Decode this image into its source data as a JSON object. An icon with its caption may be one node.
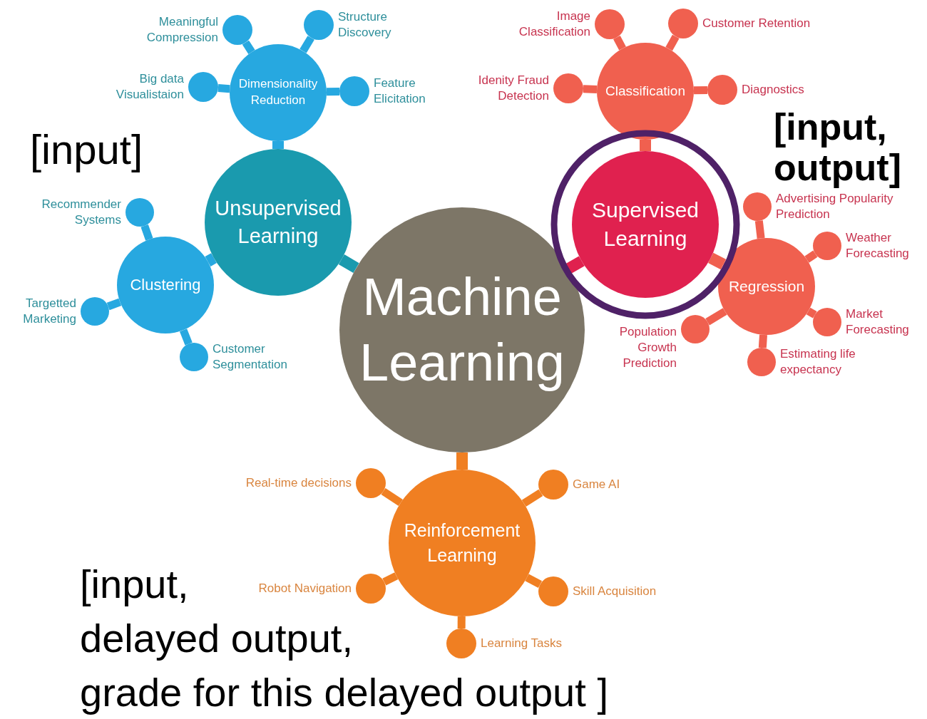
{
  "diagram": {
    "nodes": [
      {
        "text": [
          "Machine Learning"
        ]
      },
      {
        "text": [
          "Unsupervised Learning"
        ]
      },
      {
        "text": [
          "Dimensionality Reduction"
        ]
      },
      {
        "text": [],
        "shape": "circle",
        "beside": [
          "Meaningful Compression"
        ]
      },
      {
        "text": [],
        "shape": "circle",
        "beside": [
          "Structure Discovery"
        ]
      },
      {
        "text": [],
        "shape": "circle",
        "beside": [
          "Big data Visualistaion"
        ]
      },
      {
        "text": [],
        "shape": "circle",
        "beside": [
          "Feature Elicitation"
        ]
      },
      {
        "text": [
          "Clustering"
        ]
      },
      {
        "text": [],
        "shape": "circle",
        "beside": [
          "Recommender Systems"
        ]
      },
      {
        "text": [],
        "shape": "circle",
        "beside": [
          "Targetted Marketing"
        ]
      },
      {
        "text": [],
        "shape": "circle",
        "beside": [
          "Customer Segmentation"
        ]
      },
      {
        "text": [
          "Supervised Learning"
        ]
      },
      {
        "text": [
          "Classification"
        ]
      },
      {
        "text": [],
        "shape": "circle",
        "beside": [
          "Image Classification"
        ]
      },
      {
        "text": [],
        "shape": "circle",
        "beside": [
          "Customer Retention"
        ]
      },
      {
        "text": [],
        "shape": "circle",
        "beside": [
          "Idenity Fraud Detection"
        ]
      },
      {
        "text": [],
        "shape": "circle",
        "beside": [
          "Diagnostics"
        ]
      },
      {
        "text": [
          "Regression"
        ]
      },
      {
        "text": [],
        "shape": "circle",
        "beside": [
          "Advertising Popularity Prediction"
        ]
      },
      {
        "text": [],
        "shape": "circle",
        "beside": [
          "Weather Forecasting"
        ]
      },
      {
        "text": [],
        "shape": "circle",
        "beside": [
          "Market Forecasting"
        ]
      },
      {
        "text": [],
        "shape": "circle",
        "beside": [
          "Estimating life expectancy"
        ]
      },
      {
        "text": [],
        "shape": "circle",
        "beside": [
          "Population Growth Prediction"
        ]
      },
      {
        "text": [
          "Reinforcement Learning"
        ]
      },
      {
        "text": [],
        "shape": "circle",
        "beside": [
          "Real-time decisions"
        ]
      },
      {
        "text": [],
        "shape": "circle",
        "beside": [
          "Game AI"
        ]
      },
      {
        "text": [],
        "shape": "circle",
        "beside": [
          "Robot Navigation"
        ]
      },
      {
        "text": [],
        "shape": "circle",
        "beside": [
          "Skill Acquisition"
        ]
      },
      {
        "text": [],
        "shape": "circle",
        "beside": [
          "Learning Tasks"
        ]
      }
    ],
    "edges": [
      {
        "from": 0,
        "to": 1,
        "arrow": "none",
        "color": "#1a9aae"
      },
      {
        "from": 1,
        "to": 2,
        "arrow": "none",
        "color": "#27a8e0"
      },
      {
        "from": 2,
        "to": 3,
        "arrow": "none",
        "color": "#27a8e0"
      },
      {
        "from": 2,
        "to": 4,
        "arrow": "none",
        "color": "#27a8e0"
      },
      {
        "from": 2,
        "to": 5,
        "arrow": "none",
        "color": "#27a8e0"
      },
      {
        "from": 2,
        "to": 6,
        "arrow": "none",
        "color": "#27a8e0"
      },
      {
        "from": 1,
        "to": 7,
        "arrow": "none",
        "color": "#27a8e0"
      },
      {
        "from": 7,
        "to": 8,
        "arrow": "none",
        "color": "#27a8e0"
      },
      {
        "from": 7,
        "to": 9,
        "arrow": "none",
        "color": "#27a8e0"
      },
      {
        "from": 7,
        "to": 10,
        "arrow": "none",
        "color": "#27a8e0"
      },
      {
        "from": 0,
        "to": 11,
        "arrow": "none",
        "color": "#e0214f"
      },
      {
        "from": 11,
        "to": 12,
        "arrow": "none"
      },
      {
        "from": 12,
        "to": 13,
        "arrow": "none"
      },
      {
        "from": 12,
        "to": 14,
        "arrow": "none"
      },
      {
        "from": 12,
        "to": 15,
        "arrow": "none"
      },
      {
        "from": 12,
        "to": 16,
        "arrow": "none"
      },
      {
        "from": 11,
        "to": 17,
        "arrow": "none"
      },
      {
        "from": 17,
        "to": 18,
        "arrow": "none"
      },
      {
        "from": 17,
        "to": 19,
        "arrow": "none"
      },
      {
        "from": 17,
        "to": 20,
        "arrow": "none"
      },
      {
        "from": 17,
        "to": 21,
        "arrow": "none"
      },
      {
        "from": 17,
        "to": 22,
        "arrow": "none"
      },
      {
        "from": 0,
        "to": 23,
        "arrow": "none",
        "color": "#f07f22"
      },
      {
        "from": 23,
        "to": 24,
        "arrow": "none",
        "color": "#f07f22"
      },
      {
        "from": 23,
        "to": 25,
        "arrow": "none",
        "color": "#f07f22"
      },
      {
        "from": 23,
        "to": 26,
        "arrow": "none",
        "color": "#f07f22"
      },
      {
        "from": 23,
        "to": 27,
        "arrow": "none",
        "color": "#f07f22"
      },
      {
        "from": 23,
        "to": 28,
        "arrow": "none",
        "color": "#f07f22"
      }
    ],
    "labels": [
      "[input]",
      "[input, output]",
      "[input,",
      "delayed output,",
      "grade for this delayed output ]"
    ]
  }
}
